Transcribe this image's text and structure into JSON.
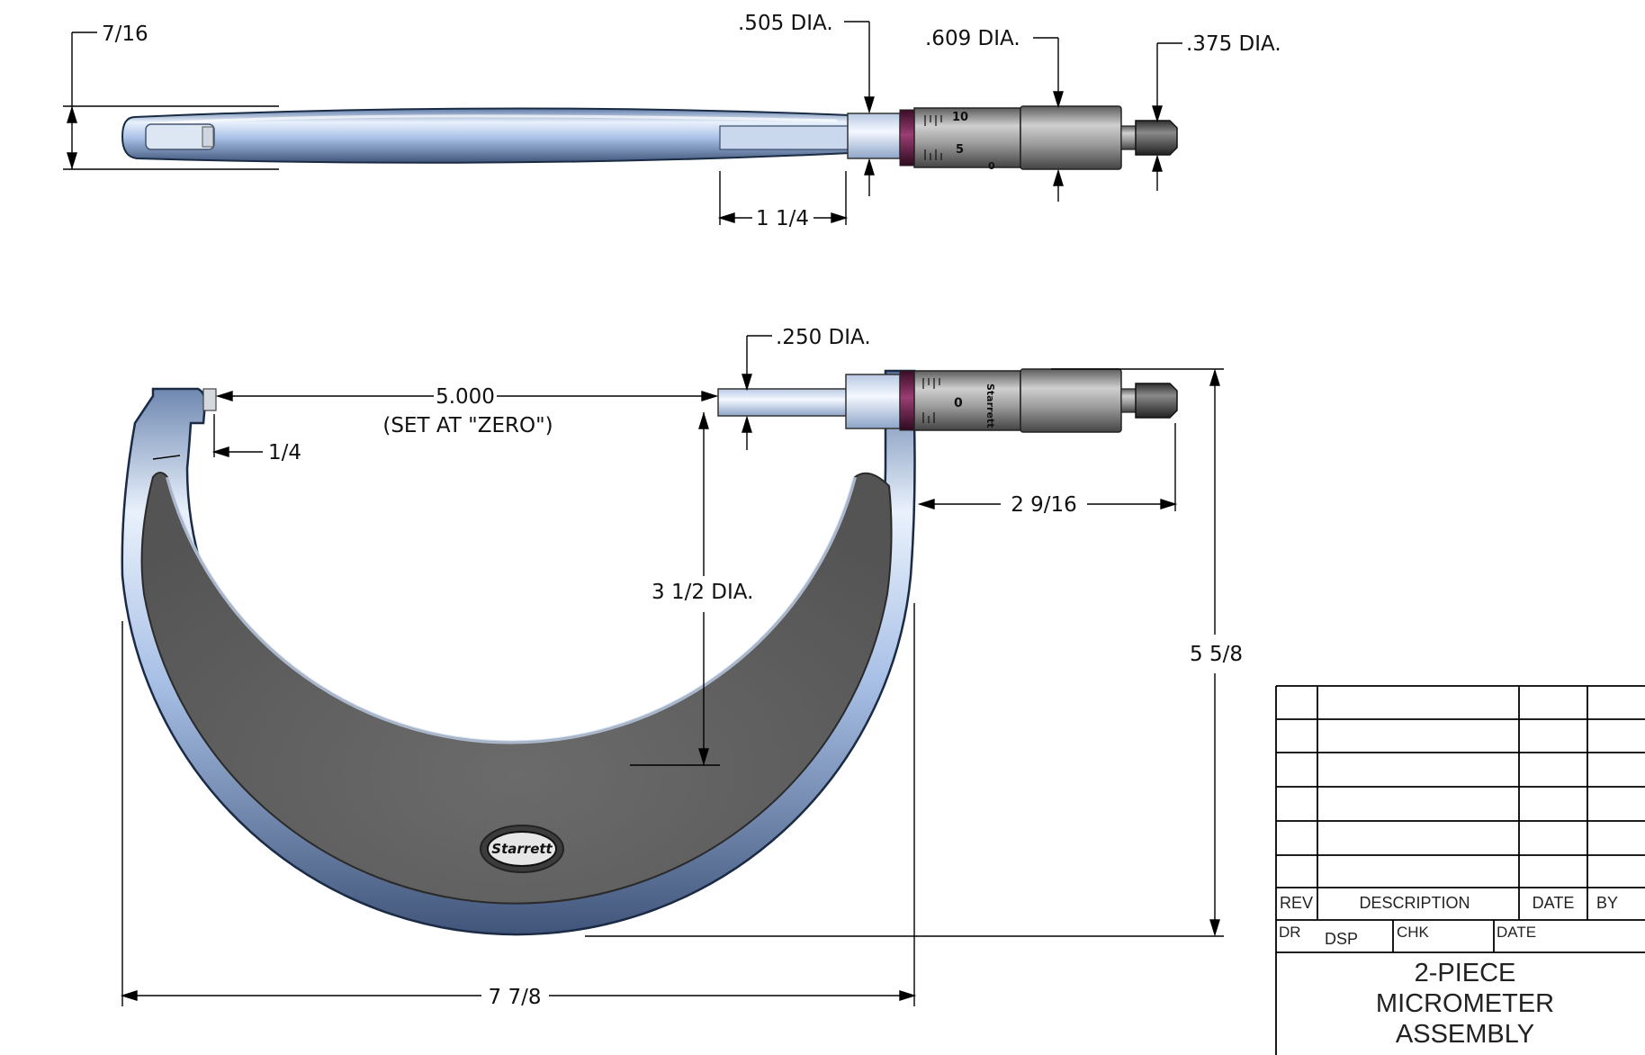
{
  "dimensions": {
    "top_height": "7/16",
    "spindle_dia_505": ".505  DIA.",
    "thimble_dia_609": ".609  DIA.",
    "ratchet_dia_375": ".375  DIA.",
    "sleeve_len": "1 1/4",
    "anvil_dia_250": ".250  DIA.",
    "gap_5000": "5.000",
    "set_zero_note": "(SET AT \"ZERO\")",
    "anvil_len": "1/4",
    "head_len": "2 9/16",
    "frame_dia": "3 1/2  DIA.",
    "overall_height": "5 5/8",
    "overall_width": "7 7/8"
  },
  "scale_marks": {
    "top_a": "10",
    "top_b": "5",
    "top_c": "0",
    "front_a": "0"
  },
  "brand": {
    "frame_logo": "Starrett",
    "thimble_brand": "Starrett"
  },
  "title_block": {
    "rev_label": "REV",
    "description_label": "DESCRIPTION",
    "date_label": "DATE",
    "by_label": "BY",
    "dr_label": "DR",
    "dr_value": "DSP",
    "chk_label": "CHK",
    "date2_label": "DATE",
    "title_line1": "2-PIECE",
    "title_line2": "MICROMETER",
    "title_line3": "ASSEMBLY"
  },
  "colors": {
    "frame_blue": "#a9c2e8",
    "frame_dark": "#5f5f5f",
    "metal": "#9a9a9a",
    "band": "#5a1a3e"
  }
}
